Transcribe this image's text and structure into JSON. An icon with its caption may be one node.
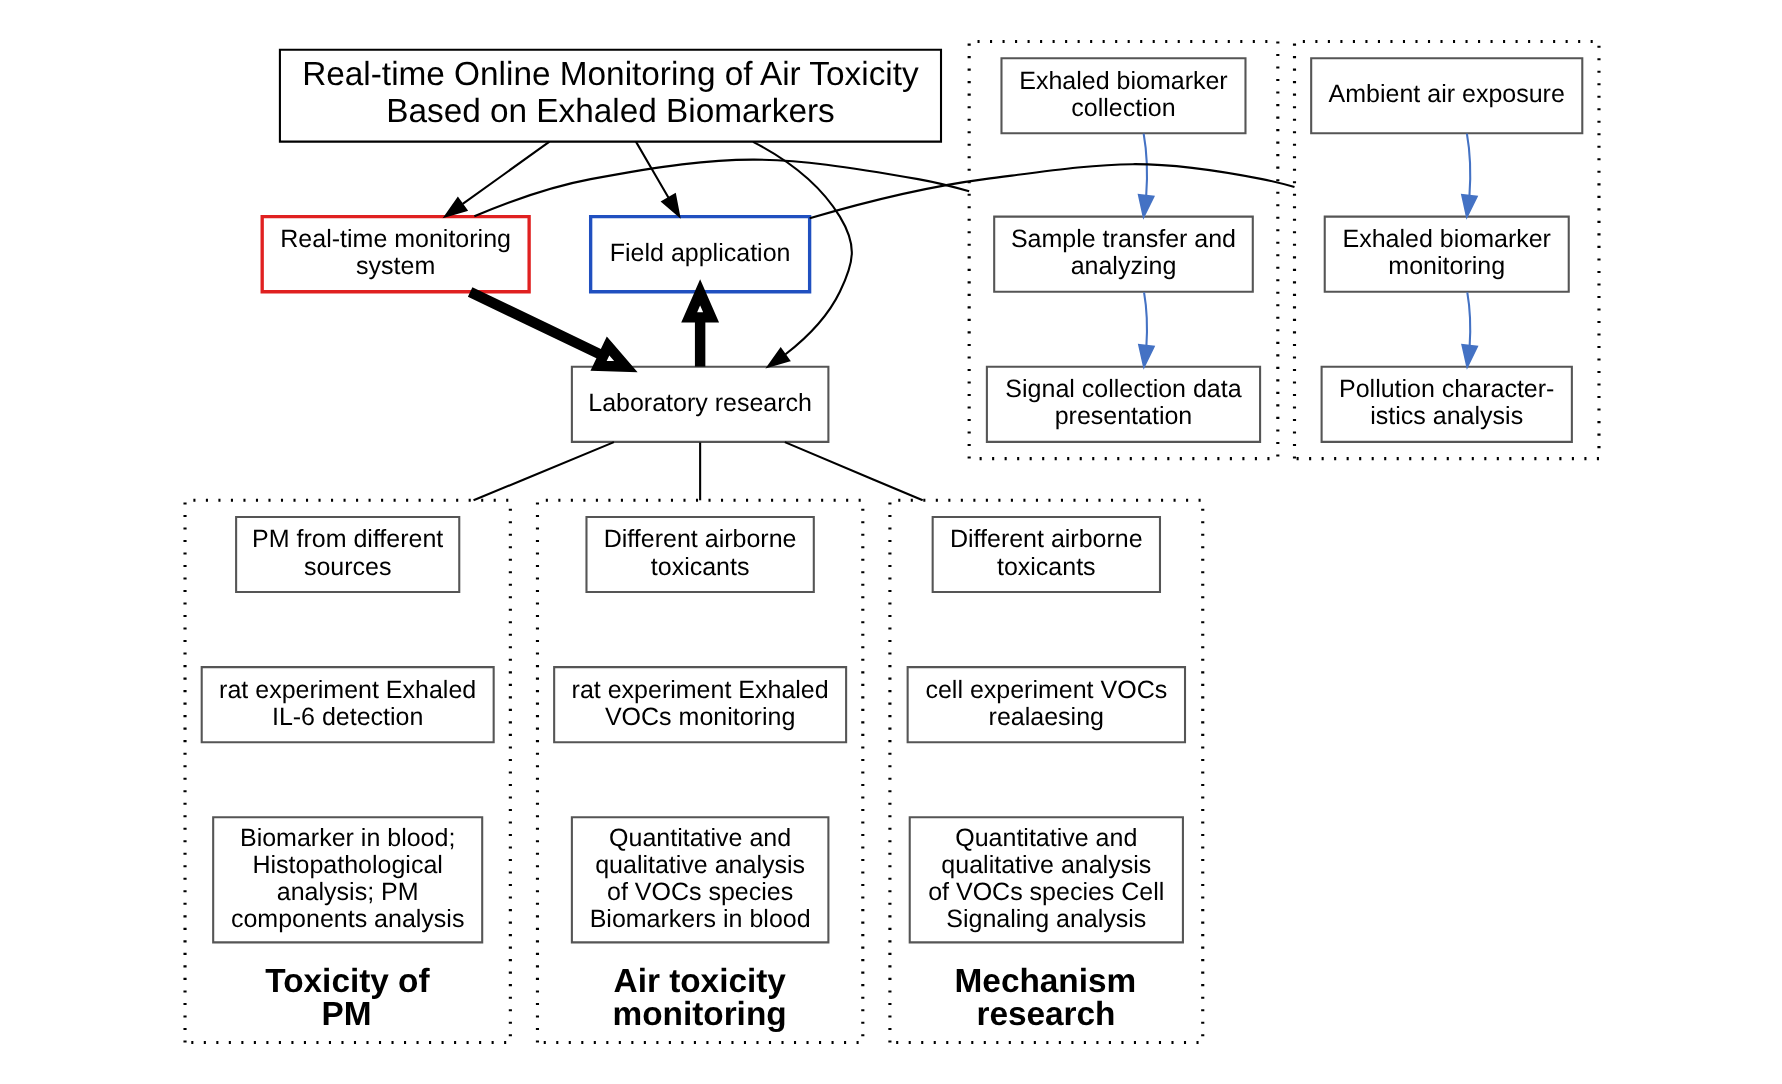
{
  "diagram": {
    "nodes": [
      {
        "text": [
          "Real-time Online Monitoring of Air Toxicity Based on Exhaled Biomarkers"
        ]
      },
      {
        "text": [],
        "shape": "box"
      },
      {
        "text": [
          "Exhaled biomarker collection"
        ],
        "in": 1
      },
      {
        "text": [
          "Sample transfer and analyzing"
        ],
        "in": 1
      },
      {
        "text": [
          "Signal collection data presentation"
        ],
        "in": 1
      },
      {
        "text": [
          "Real-time monitoring system"
        ]
      },
      {
        "text": [
          "Field application"
        ]
      },
      {
        "text": [],
        "shape": "box"
      },
      {
        "text": [
          "Ambient air exposure"
        ],
        "in": 7
      },
      {
        "text": [
          "Exhaled biomarker monitoring"
        ],
        "in": 7
      },
      {
        "text": [
          "Pollution character- istics analysis"
        ],
        "in": 7
      },
      {
        "text": [
          "Laboratory research"
        ]
      },
      {
        "text": [
          "Toxicity of PM"
        ]
      },
      {
        "text": [
          "PM from different sources"
        ],
        "in": 12
      },
      {
        "text": [
          "rat experiment Exhaled IL-6 detection"
        ],
        "in": 12
      },
      {
        "text": [
          "Biomarker in blood; Histopathological analysis; PM components analysis"
        ],
        "in": 12
      },
      {
        "text": [
          "Air toxicity monitoring"
        ]
      },
      {
        "text": [
          "Different airborne toxicants"
        ],
        "in": 16
      },
      {
        "text": [
          "rat experiment Exhaled VOCs monitoring"
        ],
        "in": 16
      },
      {
        "text": [
          "Quantitative and qualitative analysis of VOCs species Biomarkers in blood"
        ],
        "in": 16
      },
      {
        "text": [
          "Mechanism research"
        ]
      },
      {
        "text": [
          "Different airborne toxicants"
        ],
        "in": 20
      },
      {
        "text": [
          "cell experiment VOCs realaesing"
        ],
        "in": 20
      },
      {
        "text": [
          "Quantitative and qualitative analysis of VOCs species Cell Signaling analysis"
        ],
        "in": 20
      }
    ],
    "edges": [
      {
        "from": 0,
        "to": 5,
        "arrow": "to"
      },
      {
        "from": 0,
        "to": 6,
        "arrow": "to"
      },
      {
        "from": 0,
        "to": 11,
        "arrow": "to"
      },
      {
        "from": 2,
        "to": 3,
        "arrow": "to",
        "color": "#4472c4"
      },
      {
        "from": 3,
        "to": 4,
        "arrow": "to",
        "color": "#4472c4"
      },
      {
        "from": 1,
        "to": 5,
        "arrow": "none"
      },
      {
        "from": 6,
        "to": 7,
        "arrow": "none"
      },
      {
        "from": 8,
        "to": 9,
        "arrow": "to",
        "color": "#4472c4"
      },
      {
        "from": 9,
        "to": 10,
        "arrow": "to",
        "color": "#4472c4"
      },
      {
        "from": 5,
        "to": 11,
        "arrow": "to",
        "style": "thick"
      },
      {
        "from": 11,
        "to": 6,
        "arrow": "to",
        "style": "thick"
      },
      {
        "from": 11,
        "to": 12,
        "arrow": "none"
      },
      {
        "from": 11,
        "to": 16,
        "arrow": "none"
      },
      {
        "from": 11,
        "to": 20,
        "arrow": "none"
      }
    ]
  }
}
